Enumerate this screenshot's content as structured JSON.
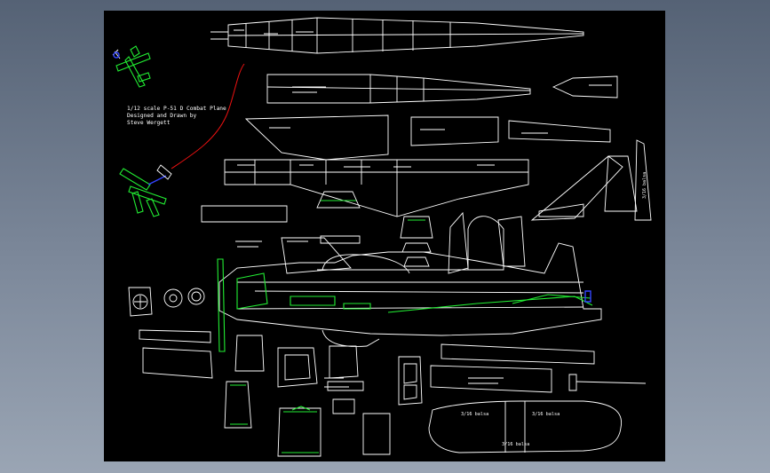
{
  "title_block": {
    "line1": "1/12 scale P-51 D Combat Plane",
    "line2": "Designed and Drawn by",
    "line3": "Steve Wergett"
  },
  "balsa_labels": {
    "left": "3/16 balsa",
    "right": "3/16 balsa",
    "bottom": "3/16 balsa",
    "vertical": "3/16 balsa"
  },
  "colors": {
    "background": "#000000",
    "lines": "#ffffff",
    "highlight": "#22ee33",
    "accent_blue": "#3344ff",
    "control_line": "#ee1111",
    "frame": "#6b778a"
  }
}
